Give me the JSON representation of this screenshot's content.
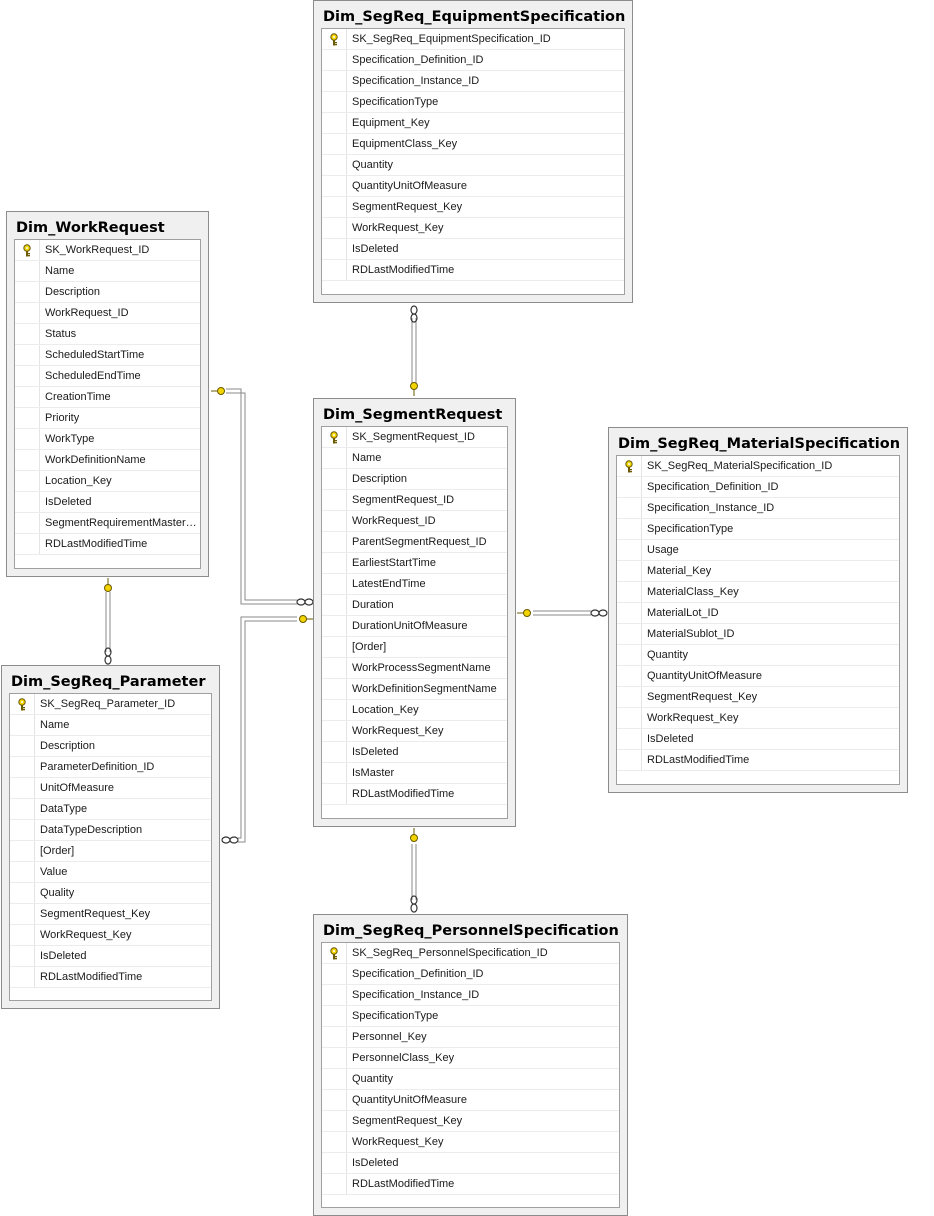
{
  "tables": {
    "equipment": {
      "title": "Dim_SegReq_EquipmentSpecification",
      "columns": [
        "SK_SegReq_EquipmentSpecification_ID",
        "Specification_Definition_ID",
        "Specification_Instance_ID",
        "SpecificationType",
        "Equipment_Key",
        "EquipmentClass_Key",
        "Quantity",
        "QuantityUnitOfMeasure",
        "SegmentRequest_Key",
        "WorkRequest_Key",
        "IsDeleted",
        "RDLastModifiedTime"
      ]
    },
    "workrequest": {
      "title": "Dim_WorkRequest",
      "columns": [
        "SK_WorkRequest_ID",
        "Name",
        "Description",
        "WorkRequest_ID",
        "Status",
        "ScheduledStartTime",
        "ScheduledEndTime",
        "CreationTime",
        "Priority",
        "WorkType",
        "WorkDefinitionName",
        "Location_Key",
        "IsDeleted",
        "SegmentRequirementMaster…",
        "RDLastModifiedTime"
      ]
    },
    "segmentrequest": {
      "title": "Dim_SegmentRequest",
      "columns": [
        "SK_SegmentRequest_ID",
        "Name",
        "Description",
        "SegmentRequest_ID",
        "WorkRequest_ID",
        "ParentSegmentRequest_ID",
        "EarliestStartTime",
        "LatestEndTime",
        "Duration",
        "DurationUnitOfMeasure",
        "[Order]",
        "WorkProcessSegmentName",
        "WorkDefinitionSegmentName",
        "Location_Key",
        "WorkRequest_Key",
        "IsDeleted",
        "IsMaster",
        "RDLastModifiedTime"
      ]
    },
    "material": {
      "title": "Dim_SegReq_MaterialSpecification",
      "columns": [
        "SK_SegReq_MaterialSpecification_ID",
        "Specification_Definition_ID",
        "Specification_Instance_ID",
        "SpecificationType",
        "Usage",
        "Material_Key",
        "MaterialClass_Key",
        "MaterialLot_ID",
        "MaterialSublot_ID",
        "Quantity",
        "QuantityUnitOfMeasure",
        "SegmentRequest_Key",
        "WorkRequest_Key",
        "IsDeleted",
        "RDLastModifiedTime"
      ]
    },
    "parameter": {
      "title": "Dim_SegReq_Parameter",
      "columns": [
        "SK_SegReq_Parameter_ID",
        "Name",
        "Description",
        "ParameterDefinition_ID",
        "UnitOfMeasure",
        "DataType",
        "DataTypeDescription",
        "[Order]",
        "Value",
        "Quality",
        "SegmentRequest_Key",
        "WorkRequest_Key",
        "IsDeleted",
        "RDLastModifiedTime"
      ]
    },
    "personnel": {
      "title": "Dim_SegReq_PersonnelSpecification",
      "columns": [
        "SK_SegReq_PersonnelSpecification_ID",
        "Specification_Definition_ID",
        "Specification_Instance_ID",
        "SpecificationType",
        "Personnel_Key",
        "PersonnelClass_Key",
        "Quantity",
        "QuantityUnitOfMeasure",
        "SegmentRequest_Key",
        "WorkRequest_Key",
        "IsDeleted",
        "RDLastModifiedTime"
      ]
    }
  },
  "colors": {
    "key_icon": "#f2d400",
    "connector": "#7a7a7a",
    "header_bg": "#f0f0f0",
    "border": "#8c8c8c"
  },
  "icons": {
    "primary_key": "key-icon",
    "one_end": "key-icon",
    "many_end": "infinity-icon"
  }
}
